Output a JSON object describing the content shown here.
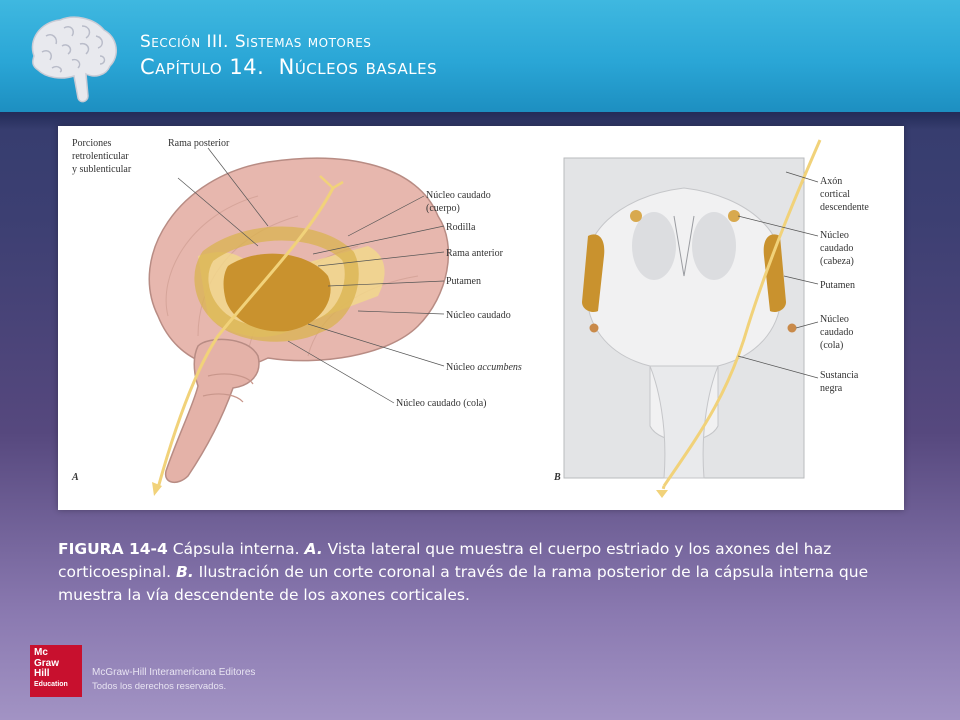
{
  "header": {
    "section_prefix": "S",
    "section_rest": "ección III. ",
    "section_s2": "S",
    "section_rest2": "istemas motores",
    "chapter_c": "C",
    "chapter_rest": "apítulo 14.  ",
    "chapter_n": "N",
    "chapter_rest2": "úcleos basales"
  },
  "figure": {
    "panel_a_letter": "A",
    "panel_b_letter": "B",
    "labels_a": {
      "porciones_1": "Porciones",
      "porciones_2": "retrolenticular",
      "porciones_3": "y sublenticular",
      "rama_posterior": "Rama posterior",
      "nucleo_caudado_cuerpo_1": "Núcleo caudado",
      "nucleo_caudado_cuerpo_2": "(cuerpo)",
      "rodilla": "Rodilla",
      "rama_anterior": "Rama anterior",
      "putamen": "Putamen",
      "nucleo_caudado": "Núcleo caudado",
      "nucleo_accumbens_1": "Núcleo ",
      "nucleo_accumbens_2": "accumbens",
      "nucleo_caudado_cola": "Núcleo caudado (cola)"
    },
    "labels_b": {
      "axon_1": "Axón",
      "axon_2": "cortical",
      "axon_3": "descendente",
      "caudado_cabeza_1": "Núcleo",
      "caudado_cabeza_2": "caudado",
      "caudado_cabeza_3": "(cabeza)",
      "putamen": "Putamen",
      "caudado_cola_1": "Núcleo",
      "caudado_cola_2": "caudado",
      "caudado_cola_3": "(cola)",
      "sustancia_1": "Sustancia",
      "sustancia_2": "negra"
    }
  },
  "caption": {
    "figure_label": "FIGURA 14-4",
    "text_1": " Cápsula interna. ",
    "a": "A.",
    "text_2": " Vista lateral que muestra el cuerpo estriado y los axones del haz corticoespinal. ",
    "b": "B.",
    "text_3": " Ilustración de un corte coronal a través de la rama posterior de la cápsula interna que muestra la vía descendente de los axones corticales."
  },
  "footer": {
    "publisher": "McGraw-Hill Interamericana Editores",
    "rights": "Todos los derechos reservados.",
    "logo_lines": [
      "Mc",
      "Graw",
      "Hill",
      "Education"
    ]
  },
  "colors": {
    "header_blue": "#2aa6d6",
    "brain_pink": "#e7b7ae",
    "putamen_gold": "#c9922e",
    "capsule_yellow": "#f3d98a",
    "logo_red": "#c8102e"
  }
}
